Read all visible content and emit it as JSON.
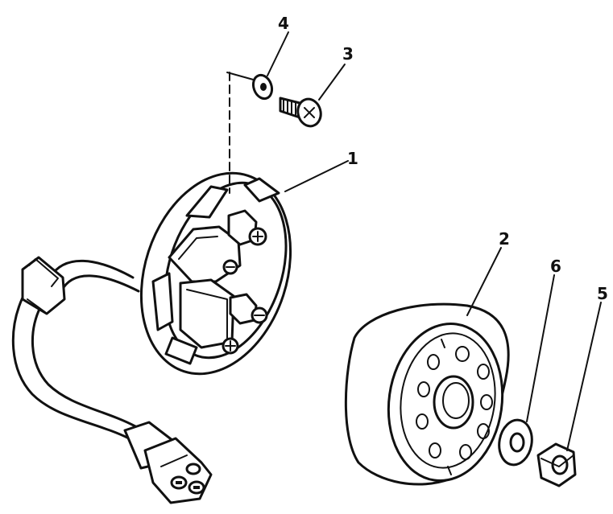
{
  "callouts": [
    {
      "label": "1",
      "part": "stator-assembly"
    },
    {
      "label": "2",
      "part": "rotor-flywheel"
    },
    {
      "label": "3",
      "part": "screw"
    },
    {
      "label": "4",
      "part": "washer"
    },
    {
      "label": "5",
      "part": "nut"
    },
    {
      "label": "6",
      "part": "washer"
    }
  ],
  "colors": {
    "ink": "#111111",
    "paper": "#ffffff"
  }
}
